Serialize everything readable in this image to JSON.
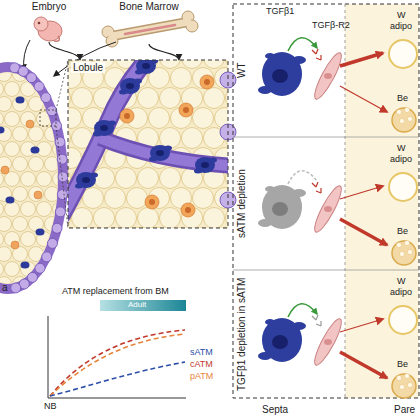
{
  "diagram": {
    "nodes": [
      {
        "text": [
          "Embryo"
        ]
      },
      {
        "text": [
          "Bone Marrow"
        ]
      },
      {
        "text": [
          "Lobule"
        ]
      },
      {
        "text": [
          "WT"
        ]
      },
      {
        "text": [
          "sATM depletion"
        ]
      },
      {
        "text": [
          "TGFβ1 depletion in sATM"
        ]
      }
    ],
    "edges": [
      {
        "from": 0,
        "to": 2,
        "arrow": "to"
      },
      {
        "from": 1,
        "to": 2,
        "arrow": "to"
      }
    ],
    "labels": [
      "a",
      "ATM replacement from BM",
      "Adult",
      "NB",
      "TGFβ1",
      "TGFβ-R2",
      "W",
      "adipo",
      "Be",
      "W",
      "adipo",
      "Be",
      "W",
      "adipo",
      "Be",
      "Septa",
      "Pare"
    ],
    "legend": [
      {
        "text": "sATM"
      },
      {
        "text": "cATM"
      },
      {
        "text": "pATM"
      }
    ]
  }
}
